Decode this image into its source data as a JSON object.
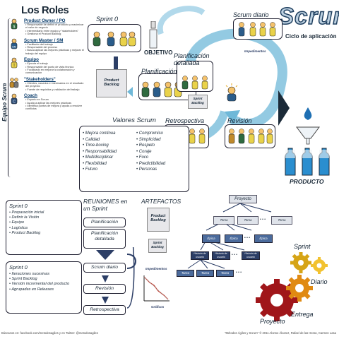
{
  "roles": {
    "title": "Los Roles",
    "side_label": "Equipo Scrum",
    "items": [
      {
        "name": "Product Owner / PO",
        "bullets": [
          "Responsable de definir el producto y maximizar el valor de negocio",
          "Intermediario entre equipo y \"stakeholders\"",
          "Gestiona el Product Backlog"
        ]
      },
      {
        "name": "Scrum Master / SM",
        "bullets": [
          "Facilitador del trabajo",
          "Responsable del proceso",
          "Busca aplicar las mejores prácticas y mejorar el trabajo del equipo"
        ]
      },
      {
        "name": "Equipo",
        "bullets": [
          "Ejecuta el trabajo",
          "Responsable del punto de vista técnico",
          "Focalizado en mejorar la colaboración y comunicación"
        ]
      },
      {
        "name": "\"Stakeholders\"",
        "bullets": [
          "Clientes, usuarios e interesados en el resultado del proyecto",
          "Fuente de requisitos y validación del trabajo"
        ]
      },
      {
        "name": "Coach",
        "bullets": [
          "Experto en Scrum",
          "Ayuda a aplicar las mejores prácticas",
          "Identifica puntos de mejora y ayuda a resolver conflictos"
        ]
      }
    ]
  },
  "logo": {
    "title": "Scrum",
    "subtitle": "Ciclo de aplicación"
  },
  "cycle": {
    "sprint0": "Sprint 0",
    "objetivo": "OBJETIVO",
    "product_backlog": "Product Backlog",
    "planificacion": "Planificación",
    "planificacion_detallada": "Planificación detallada",
    "sprint_backlog": "Sprint Backlog",
    "scrum_diario": "Scrum diario",
    "impedimentos": "Impedimentos",
    "retrospectiva": "Retrospectiva",
    "revision": "Revisión",
    "producto": "PRODUCTO"
  },
  "valores": {
    "title": "Valores Scrum",
    "col1": [
      "Mejora continua",
      "Calidad",
      "Time-boxing",
      "Responsabilidad",
      "Multidisciplinar",
      "Flexibilidad",
      "Futuro"
    ],
    "col2": [
      "Compromiso",
      "Simplicidad",
      "Respeto",
      "Coraje",
      "Foco",
      "Predictibilidad",
      "Personas"
    ]
  },
  "sprint0_card": {
    "title": "Sprint 0",
    "items": [
      "Preparación inicial",
      "Definir la Visión",
      "Equipo",
      "Logística",
      "Product Backlog"
    ]
  },
  "sprintn_card": {
    "title": "Sprint 0",
    "items": [
      "Iteraciones sucesivas",
      "Sprint Backlog",
      "Versión incremental del producto",
      "Agrupadas en Releases"
    ]
  },
  "reuniones": {
    "title": "REUNIONES en un Sprint",
    "items": [
      "Planificación",
      "Planificación detallada",
      "Scrum diario",
      "Revisión",
      "Retrospectiva"
    ]
  },
  "artefactos": {
    "title": "ARTEFACTOS",
    "items": [
      "Product Backlog",
      "Sprint Backlog",
      "Impedimentos",
      "Gráficos"
    ]
  },
  "jerarquia": {
    "proyecto": "Proyecto",
    "tema": "Tema",
    "epica": "Épica",
    "historia": "Historia de usuario",
    "tarea": "Tarea",
    "dots": "• • •"
  },
  "gears": {
    "sprint": "Sprint",
    "diario": "Diario",
    "entrega": "Entrega",
    "proyecto": "Proyecto"
  },
  "footer": {
    "left": "Búscanos en: facebook.com/metodosagiles y en Twitter: @metodosagiles",
    "right": "\"Métodos Ágiles y Scrum\" © 2011 Alonso Álvarez, Rafael de las Heras, Carmen Lasa"
  },
  "colors": {
    "accent": "#6fb8d8",
    "dark": "#1b2a38",
    "navy": "#2c3e66",
    "gear_red": "#a0161a",
    "gear_orange": "#e08a12",
    "gear_yellow": "#f2c230"
  }
}
